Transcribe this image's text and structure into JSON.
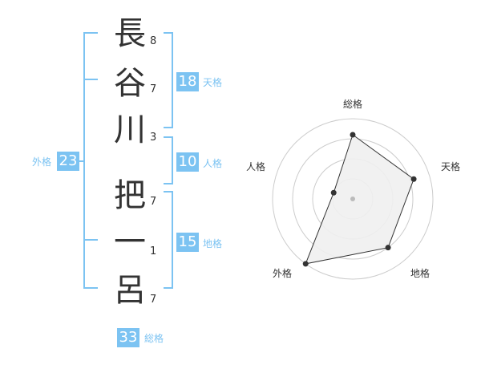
{
  "name_chars": [
    {
      "char": "長",
      "strokes": "8"
    },
    {
      "char": "谷",
      "strokes": "7"
    },
    {
      "char": "川",
      "strokes": "3"
    },
    {
      "char": "把",
      "strokes": "7"
    },
    {
      "char": "一",
      "strokes": "1"
    },
    {
      "char": "呂",
      "strokes": "7"
    }
  ],
  "kaku": {
    "tenkaku": {
      "value": "18",
      "label": "天格"
    },
    "jinkaku": {
      "value": "10",
      "label": "人格"
    },
    "chikaku": {
      "value": "15",
      "label": "地格"
    },
    "gaikaku": {
      "value": "23",
      "label": "外格"
    },
    "soukaku": {
      "value": "33",
      "label": "総格"
    }
  },
  "chart_data": {
    "type": "radar",
    "axes": [
      "総格",
      "天格",
      "地格",
      "外格",
      "人格"
    ],
    "values": [
      0.8,
      0.8,
      0.75,
      1.0,
      0.25
    ],
    "rings": 4,
    "colors": {
      "fill": "#efefef",
      "line": "#333333",
      "grid": "#cccccc",
      "center": "#bbbbbb"
    }
  }
}
